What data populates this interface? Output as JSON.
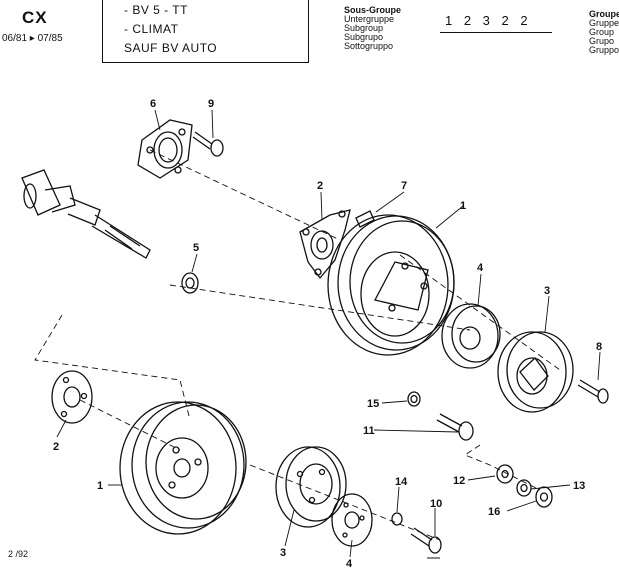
{
  "header": {
    "model": "CX",
    "dates": "06/81 ▸ 07/85",
    "applicability": [
      "- BV 5 - TT",
      "- CLIMAT",
      "SAUF BV AUTO"
    ],
    "subgroup_labels": [
      "Sous-Groupe",
      "Untergruppe",
      "Subgroup",
      "Subgrupo",
      "Sottogruppo"
    ],
    "subgroup_code": "1 2 3  2 2",
    "group_labels": [
      "Groupe",
      "Gruppe",
      "Group",
      "Grupo",
      "Gruppo"
    ]
  },
  "callouts": [
    "1",
    "1",
    "2",
    "2",
    "3",
    "3",
    "4",
    "4",
    "5",
    "6",
    "7",
    "8",
    "9",
    "10",
    "11",
    "12",
    "13",
    "14",
    "15",
    "16"
  ],
  "footer": {
    "page_ref": "2 /92"
  },
  "colors": {
    "ink": "#111111",
    "paper": "#ffffff"
  }
}
